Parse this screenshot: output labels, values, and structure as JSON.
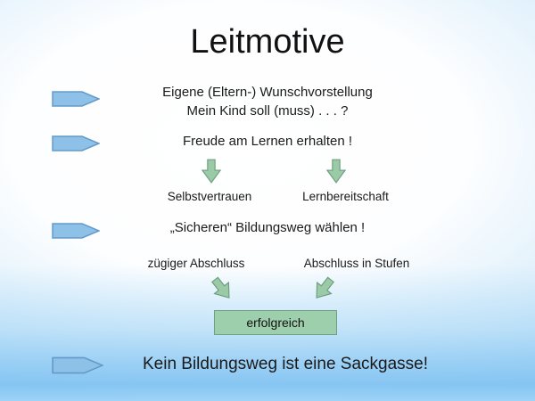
{
  "title": "Leitmotive",
  "wish": {
    "line1": "Eigene (Eltern-) Wunschvorstellung",
    "line2": "Mein Kind soll (muss) . . . ?"
  },
  "goal": "Freude am Lernen erhalten !",
  "outcomes": {
    "left": "Selbstvertrauen",
    "right": "Lernbereitschaft"
  },
  "choice": "„Sicheren“ Bildungsweg wählen !",
  "paths": {
    "left": "zügiger Abschluss",
    "right": "Abschluss in Stufen"
  },
  "result": "erfolgreich",
  "conclusion": "Kein Bildungsweg ist eine Sackgasse!",
  "colors": {
    "bullet_fill": "#8dc1e7",
    "bullet_border": "#649ac9",
    "arrow_fill": "#9bcaa6",
    "arrow_border": "#6f9f82",
    "box_fill": "#9ecfad",
    "box_border": "#6f9f82",
    "background_top": "#bfe2f7",
    "background_center": "#ffffff",
    "background_bottom": "#82c3f2",
    "text": "#1a1a1a"
  }
}
